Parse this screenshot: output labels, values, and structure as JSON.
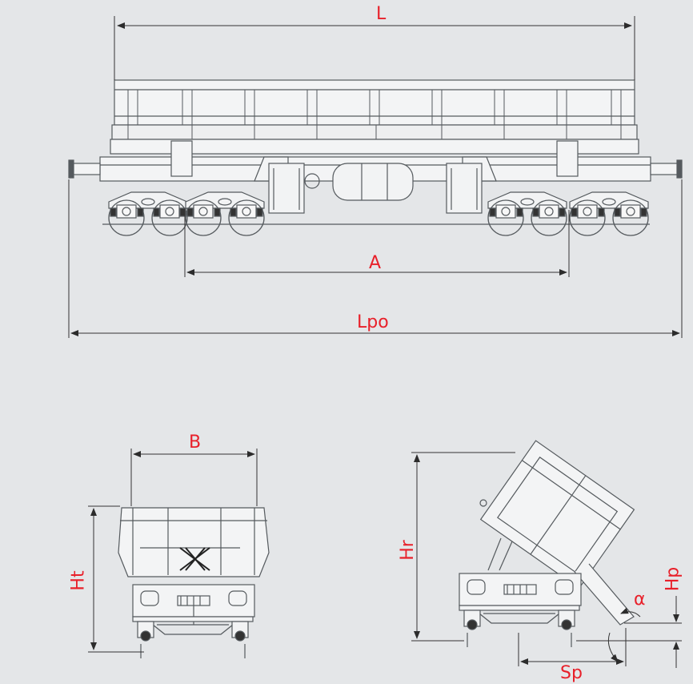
{
  "side_view": {
    "dim_overall_body_length": "L",
    "dim_bogie_centers": "A",
    "dim_length_over_buffers": "Lpo"
  },
  "end_view": {
    "dim_width": "B",
    "dim_height": "Ht"
  },
  "tipping_view": {
    "dim_raised_height": "Hr",
    "dim_discharge_height": "Hp",
    "dim_discharge_reach": "Sp",
    "dim_tip_angle": "α"
  },
  "colors": {
    "background": "#e4e6e8",
    "linework": "#555a5e",
    "dimension_text": "#e8202a"
  }
}
